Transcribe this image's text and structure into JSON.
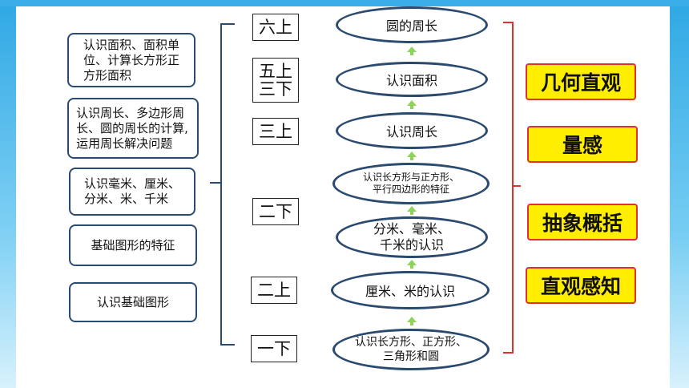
{
  "left_boxes": [
    "认识面积、面积单\n位、计算长方形正\n方形面积",
    "认识周长、多边形周\n长、圆的周长的计算,\n运用周长解决问题",
    "认识毫米、厘米、\n分米、米、千米",
    "基础图形的特征",
    "认识基础图形"
  ],
  "grades": [
    "六上",
    "五上\n三下",
    "三上",
    "二下",
    "二上",
    "一下"
  ],
  "topics": [
    "圆的周长",
    "认识面积",
    "认识周长",
    "认识长方形与正方形、\n平行四边形的特征",
    "分米、毫米、\n千米的认识",
    "厘米、米的认识",
    "认识长方形、正方形、\n三角形和圆"
  ],
  "stages": [
    "几何直观",
    "量感",
    "抽象概括",
    "直观感知"
  ],
  "colors": {
    "stage_fill": "#ffee00",
    "stage_border": "#e03030",
    "arrow": "#8ed35a",
    "ellipse_border": "#2b4a6f",
    "background": "#5cc3f0"
  }
}
